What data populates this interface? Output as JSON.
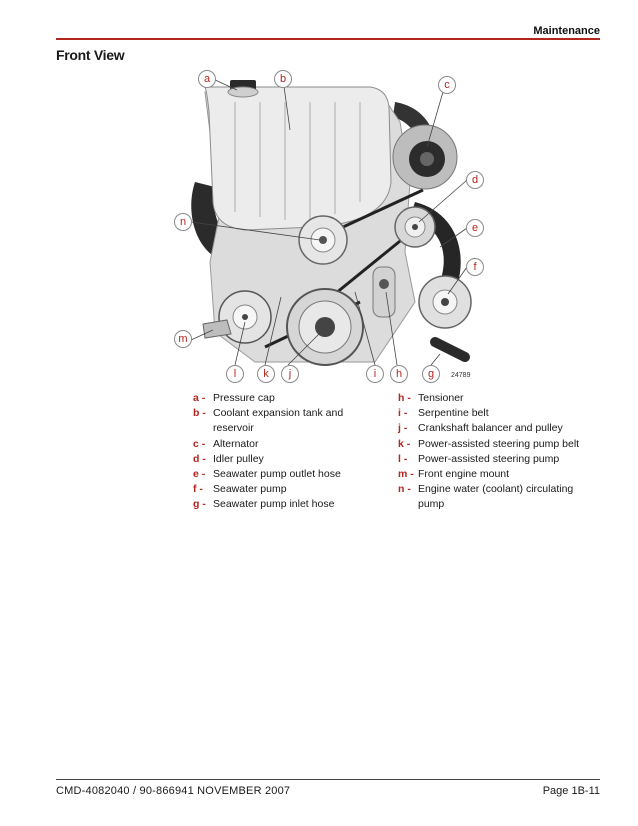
{
  "header": {
    "section": "Maintenance",
    "accent_color": "#b3261e"
  },
  "page_title": "Front View",
  "figure": {
    "number": "24789",
    "callouts": [
      "a",
      "b",
      "c",
      "d",
      "e",
      "f",
      "g",
      "h",
      "i",
      "j",
      "k",
      "l",
      "m",
      "n"
    ]
  },
  "legend": {
    "left": [
      {
        "letter": "a -",
        "text": "Pressure cap"
      },
      {
        "letter": "b -",
        "text": "Coolant expansion tank and reservoir"
      },
      {
        "letter": "c -",
        "text": "Alternator"
      },
      {
        "letter": "d -",
        "text": "Idler pulley"
      },
      {
        "letter": "e -",
        "text": "Seawater pump outlet hose"
      },
      {
        "letter": "f -",
        "text": "Seawater pump"
      },
      {
        "letter": "g -",
        "text": "Seawater pump inlet hose"
      }
    ],
    "right": [
      {
        "letter": "h -",
        "text": "Tensioner"
      },
      {
        "letter": "i -",
        "text": "Serpentine belt"
      },
      {
        "letter": "j -",
        "text": "Crankshaft balancer and pulley"
      },
      {
        "letter": "k -",
        "text": "Power-assisted steering pump belt"
      },
      {
        "letter": "l -",
        "text": "Power-assisted steering pump"
      },
      {
        "letter": "m -",
        "text": "Front engine mount"
      },
      {
        "letter": "n -",
        "text": "Engine water (coolant) circulating pump"
      }
    ]
  },
  "footer": {
    "doc_id": "CMD-4082040 / 90-866941  NOVEMBER  2007",
    "page": "Page 1B-11"
  }
}
